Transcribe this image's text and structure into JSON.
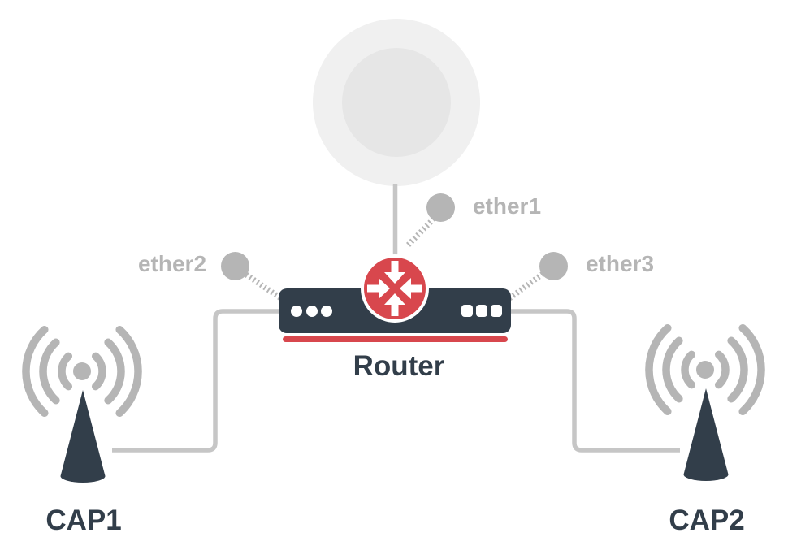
{
  "diagram": {
    "router": {
      "label": "Router"
    },
    "ports": [
      {
        "label": "ether1"
      },
      {
        "label": "ether2"
      },
      {
        "label": "ether3"
      }
    ],
    "caps": [
      {
        "label": "CAP1"
      },
      {
        "label": "CAP2"
      }
    ],
    "colors": {
      "dark_slate": "#323e4a",
      "accent_red": "#d8474d",
      "node_gray": "#b5b5b5",
      "line_gray": "#c6c6c6",
      "cloud_outer": "#f0f0f0",
      "cloud_inner": "#e6e6e6"
    }
  }
}
